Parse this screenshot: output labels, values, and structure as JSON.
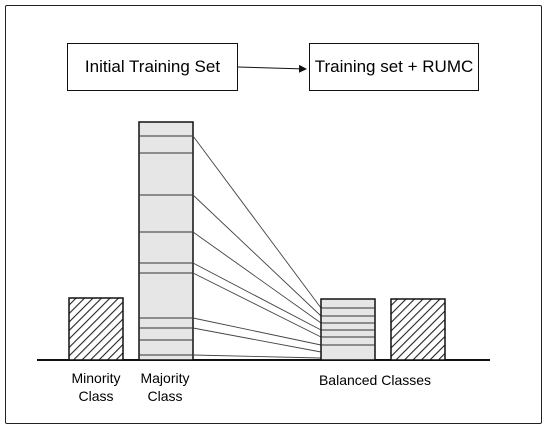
{
  "top_boxes": {
    "initial_label": "Initial Training Set",
    "result_label": "Training set + RUMC"
  },
  "bottom_labels": {
    "minority_line1": "Minority",
    "minority_line2": "Class",
    "majority_line1": "Majority",
    "majority_line2": "Class",
    "balanced": "Balanced Classes"
  },
  "colors": {
    "majority_fill": "#e6e6e6",
    "balanced_fill": "#e6e6e6",
    "stroke": "#111111",
    "hatch": "#222222"
  },
  "majority_segments": 11,
  "balanced_segments": 7
}
